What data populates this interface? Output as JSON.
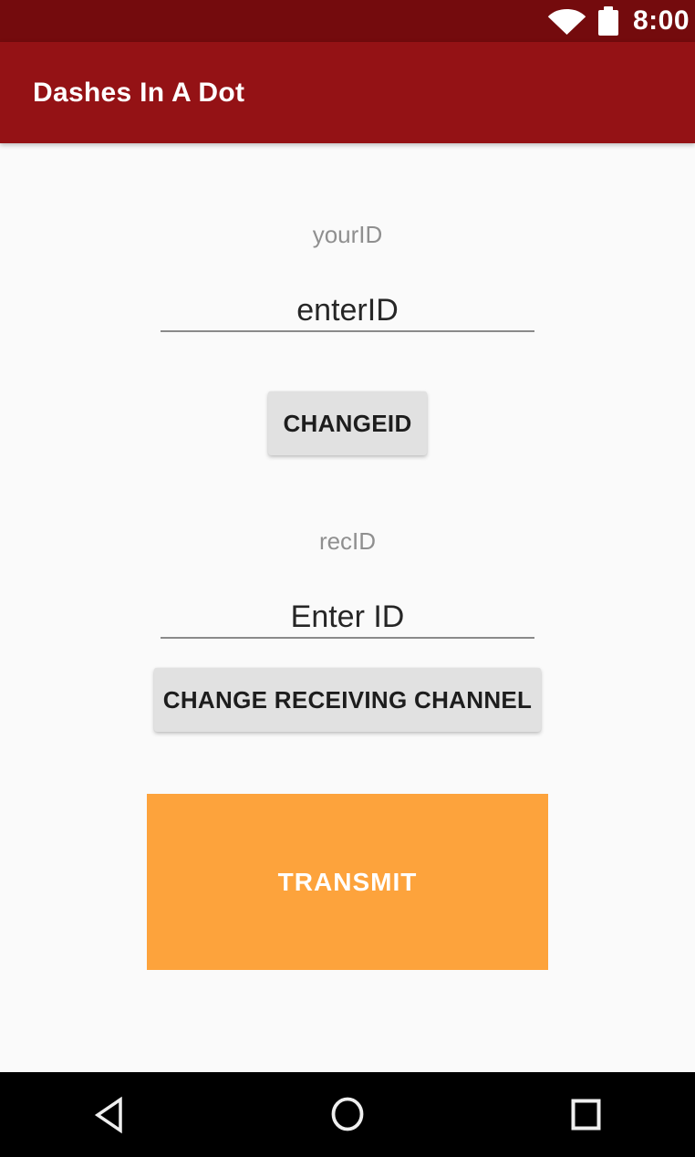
{
  "status_bar": {
    "time": "8:00",
    "wifi_icon": "wifi-icon",
    "battery_icon": "battery-icon"
  },
  "app_bar": {
    "title": "Dashes In A Dot"
  },
  "main": {
    "your_id_label": "yourID",
    "your_id_value": "enterID",
    "change_id_button": "CHANGEID",
    "rec_id_label": "recID",
    "rec_id_value": "Enter ID",
    "change_channel_button": "CHANGE RECEIVING CHANNEL",
    "transmit_button": "TRANSMIT"
  },
  "nav_bar": {
    "back_icon": "back-icon",
    "home_icon": "home-icon",
    "recents_icon": "recents-icon"
  },
  "colors": {
    "status_bar_bg": "#740B0D",
    "app_bar_bg": "#941215",
    "content_bg": "#FAFAFA",
    "gray_button_bg": "#E1E1E1",
    "transmit_bg": "#FDA33C",
    "nav_bar_bg": "#000000",
    "label_gray": "#8F8F8F",
    "input_underline": "#8A8A8A"
  }
}
